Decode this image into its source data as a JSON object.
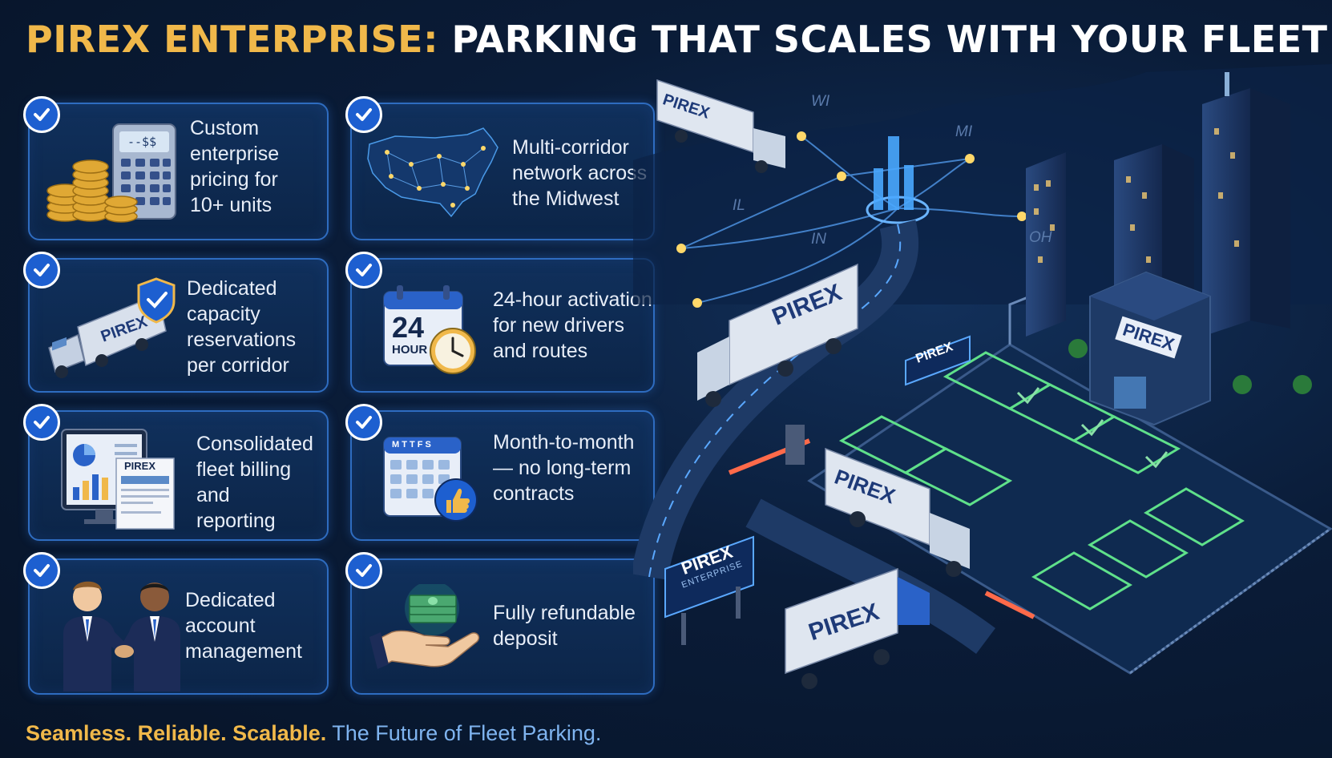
{
  "title": {
    "brand": "PIREX ENTERPRISE:",
    "headline": " PARKING THAT SCALES WITH YOUR FLEET"
  },
  "features": [
    {
      "label": "Custom\nenterprise\npricing for\n10+ units",
      "icon": "coins-calculator-icon",
      "calculator_text": "--$$"
    },
    {
      "label": "Multi-corridor\nnetwork across\nthe Midwest",
      "icon": "us-map-network-icon"
    },
    {
      "label": "Dedicated\ncapacity\nreservations\nper corridor",
      "icon": "truck-shield-icon",
      "truck_text": "PIREX"
    },
    {
      "label": "24-hour activation\nfor new drivers\nand routes",
      "icon": "calendar-clock-icon",
      "cal_num": "24",
      "cal_word": "HOUR"
    },
    {
      "label": "Consolidated\nfleet billing and\nreporting",
      "icon": "billing-report-icon",
      "invoice_text": "PIREX"
    },
    {
      "label": "Month-to-month\n— no long-term\ncontracts",
      "icon": "calendar-thumbs-up-icon",
      "cal_header": "M T T F S"
    },
    {
      "label": "Dedicated\naccount\nmanagement",
      "icon": "handshake-icon"
    },
    {
      "label": "Fully refundable\ndeposit",
      "icon": "money-hand-icon"
    }
  ],
  "map": {
    "states": [
      "WI",
      "MI",
      "IL",
      "IN",
      "OH"
    ],
    "truck_brand": "PIREX",
    "sign_brand": "PIREX",
    "sign_sub": "ENTERPRISE",
    "gate_sign": "PIREX",
    "building_sign": "PIREX"
  },
  "tagline": {
    "gold": "Seamless. Reliable. Scalable.",
    "blue": " The Future of Fleet Parking."
  },
  "colors": {
    "accent_gold": "#f0b84a",
    "card_border": "#2e6cc0",
    "check_blue": "#1d5fd0",
    "glow_green": "#5fe08a",
    "background": "#0a1c38"
  }
}
